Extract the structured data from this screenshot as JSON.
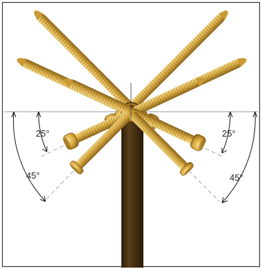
{
  "figure": {
    "labels": {
      "left_small": "25°",
      "left_large": "45°",
      "right_small": "25°",
      "right_large": "45°"
    },
    "colors": {
      "frame": "#333333",
      "guide_line": "#9a9a9a",
      "dimension_line": "#111111",
      "plate": "#4a3212",
      "screw_body": "#e0b34a",
      "screw_shadow": "#8a6318",
      "screw_highlight": "#f7dc8c",
      "hole_ring": "#a6741c"
    },
    "icons": {
      "screw": "locking-screw-icon",
      "plate": "bone-plate-icon"
    }
  }
}
